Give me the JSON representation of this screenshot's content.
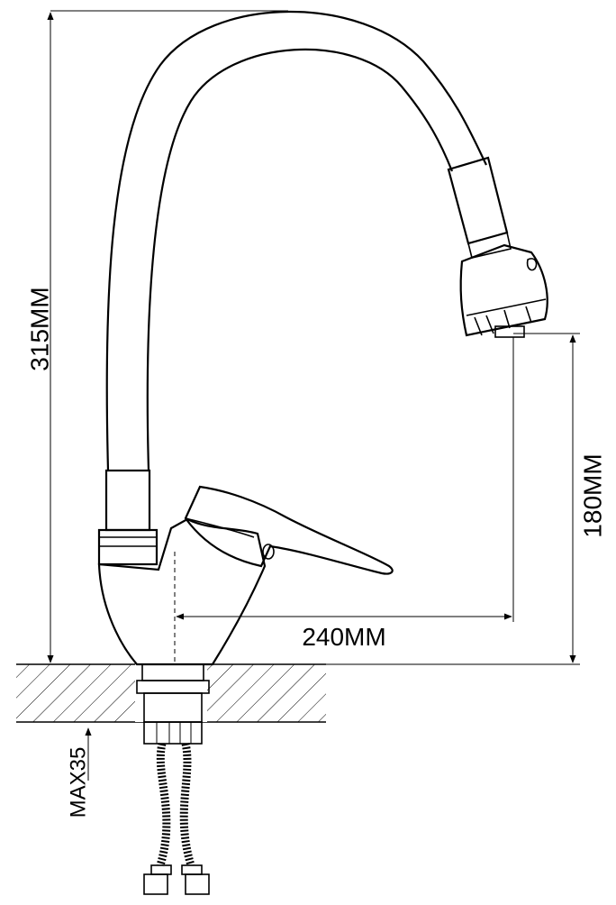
{
  "dimensions": {
    "height_label": "315MM",
    "spout_height_label": "180MM",
    "reach_label": "240MM",
    "max_thickness_label": "MAX35"
  },
  "colors": {
    "line": "#000000",
    "background": "#ffffff"
  }
}
